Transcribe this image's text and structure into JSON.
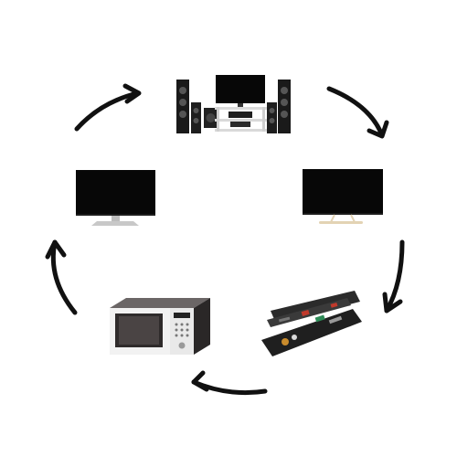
{
  "diagram": {
    "type": "cycle",
    "nodes": [
      {
        "id": "home-theater",
        "icon": "home-theater-system-icon"
      },
      {
        "id": "tv-right",
        "icon": "flat-tv-silver-stand-icon"
      },
      {
        "id": "circuit-boards",
        "icon": "circuit-board-icon"
      },
      {
        "id": "microwave",
        "icon": "microwave-oven-icon"
      },
      {
        "id": "monitor-left",
        "icon": "computer-monitor-icon"
      }
    ],
    "flow": "clockwise",
    "colors": {
      "arrow": "#111111",
      "screen": "#070707",
      "speaker": "#1a1a1a",
      "stand_silver": "#c8c8c8",
      "stand_gold": "#e3d3b4",
      "microwave_body": "#3a3636",
      "microwave_panel": "#f2f2f2",
      "board": "#2b2b2b",
      "board_accent_red": "#c0392b",
      "board_accent_green": "#2e8b57"
    }
  }
}
